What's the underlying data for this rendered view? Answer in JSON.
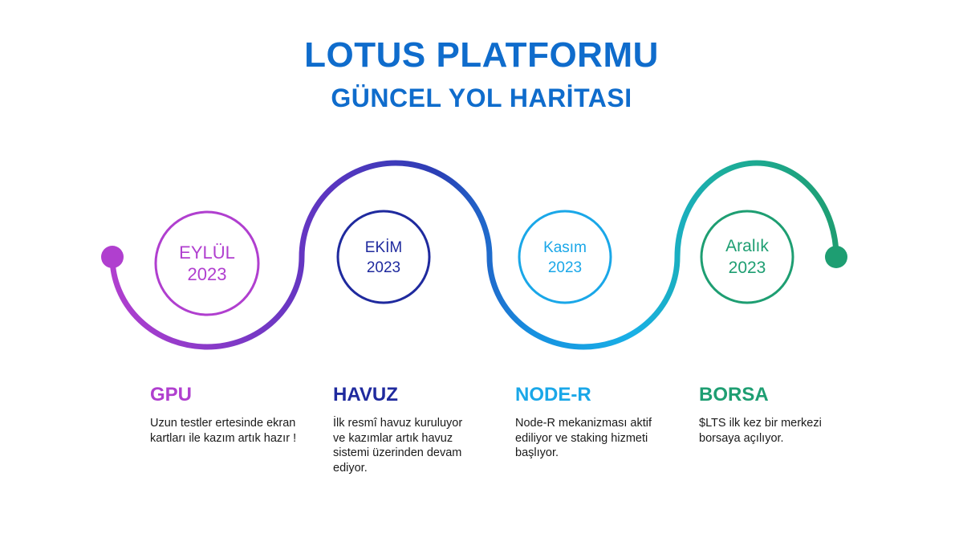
{
  "title": {
    "main": "LOTUS PLATFORMU",
    "sub": "GÜNCEL YOL HARİTASI"
  },
  "colors": {
    "title": "#0f6ccc",
    "purple": "#b03fcf",
    "navy": "#1f2a9e",
    "sky": "#1aa7e8",
    "green": "#1e9e72",
    "text": "#1a1a1a"
  },
  "milestones": [
    {
      "month": "EYLÜL",
      "year": "2023",
      "heading": "GPU",
      "description": "Uzun testler ertesinde ekran kartları ile kazım artık hazır !",
      "color": "#b03fcf"
    },
    {
      "month": "EKİM",
      "year": "2023",
      "heading": "HAVUZ",
      "description": "İlk resmî havuz kuruluyor ve kazımlar artık havuz sistemi üzerinden devam ediyor.",
      "color": "#1f2a9e"
    },
    {
      "month": "Kasım",
      "year": "2023",
      "heading": "NODE-R",
      "description": "Node-R mekanizması aktif ediliyor ve staking hizmeti başlıyor.",
      "color": "#1aa7e8"
    },
    {
      "month": "Aralık",
      "year": "2023",
      "heading": "BORSA",
      "description": "$LTS ilk kez bir merkezi borsaya açılıyor.",
      "color": "#1e9e72"
    }
  ]
}
